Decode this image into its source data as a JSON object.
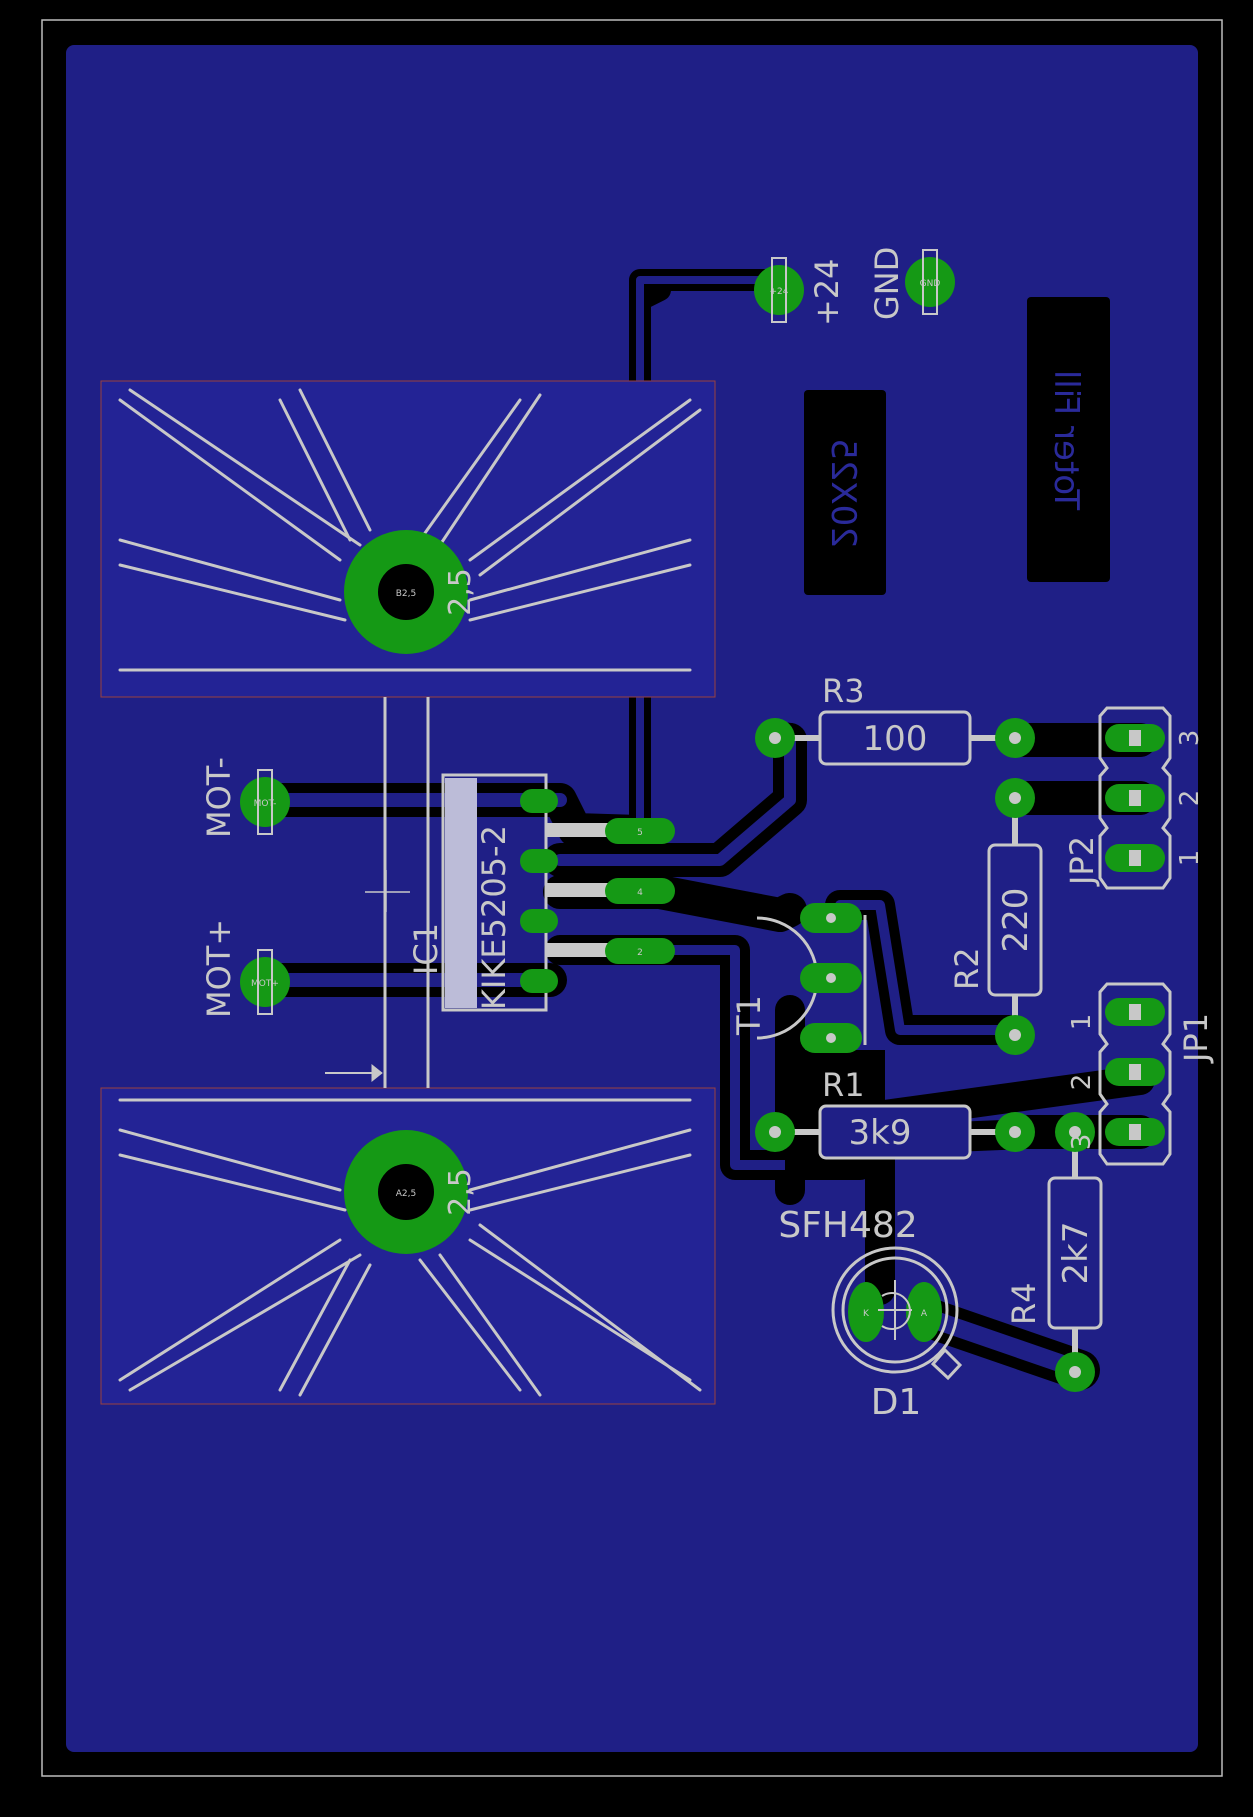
{
  "board": {
    "colors": {
      "background": "#000000",
      "copper": "#1f1f86",
      "pad": "#159915",
      "silk": "#c8c8c8",
      "mirror_text": "#2a2a9a",
      "outline": "#bdbdbd",
      "heatsink_outline": "#9a4040"
    },
    "connectors": {
      "plus24": {
        "label": "+24",
        "pin": "+24"
      },
      "gnd": {
        "label": "GND",
        "pin": "GND"
      },
      "mot_minus": {
        "label": "MOT-",
        "pin": "MOT-"
      },
      "mot_plus": {
        "label": "MOT+",
        "pin": "MOT+"
      }
    },
    "heatsinks": {
      "b": {
        "hole": "B2,5",
        "size": "2,5"
      },
      "a": {
        "hole": "A2,5",
        "size": "2,5"
      }
    },
    "ic1": {
      "name": "IC1",
      "value": "KIKE5205-2",
      "pins": [
        "5",
        "4",
        "2"
      ]
    },
    "r1": {
      "name": "R1",
      "value": "3k9"
    },
    "r2": {
      "name": "R2",
      "value": "220"
    },
    "r3": {
      "name": "R3",
      "value": "100"
    },
    "r4": {
      "name": "R4",
      "value": "2k7"
    },
    "t1": {
      "name": "T1"
    },
    "d1": {
      "name": "D1",
      "value": "SFH482",
      "pin_k": "K",
      "pin_a": "A"
    },
    "jp1": {
      "name": "JP1",
      "pins": [
        "1",
        "2",
        "3"
      ]
    },
    "jp2": {
      "name": "JP2",
      "pins": [
        "1",
        "2",
        "3"
      ]
    },
    "labels": {
      "mirror1": "20X25",
      "mirror2": "Toter Fill"
    }
  }
}
